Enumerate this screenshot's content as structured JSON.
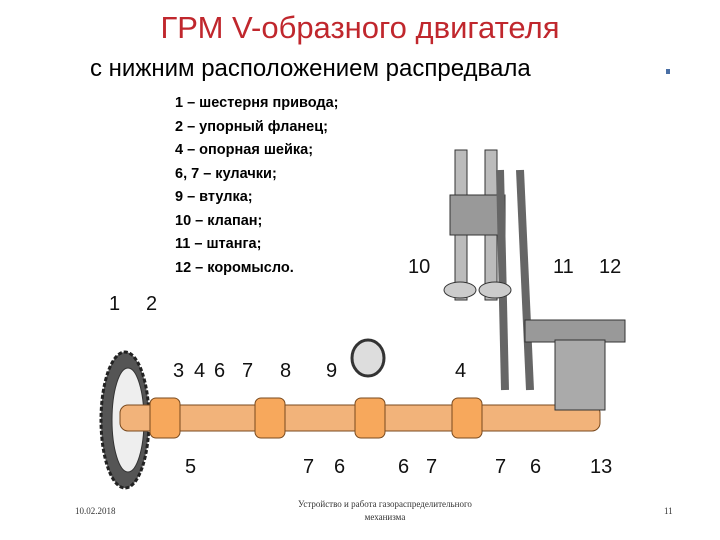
{
  "title": "ГРМ  V-образного двигателя",
  "subtitle": "с нижним расположением  распредвала",
  "legend": [
    "1 –  шестерня привода;",
    "2 – упорный фланец;",
    "4 – опорная шейка;",
    "6, 7 – кулачки;",
    "9 – втулка;",
    "10 – клапан;",
    "11 – штанга;",
    "12 – коромысло."
  ],
  "diagram_labels": {
    "l1": "1",
    "l2": "2",
    "l3": "3",
    "l4a": "4",
    "l6a": "6",
    "l7a": "7",
    "l8": "8",
    "l9": "9",
    "l4b": "4",
    "l10": "10",
    "l11": "11",
    "l12": "12",
    "l5": "5",
    "l7b": "7",
    "l6b": "6",
    "l6c": "6",
    "l7c": "7",
    "l7d": "7",
    "l6d": "6",
    "l13": "13"
  },
  "footer": {
    "date": "10.02.2018",
    "center": "Устройство и работа газораспределительного механизма",
    "page": "11"
  }
}
